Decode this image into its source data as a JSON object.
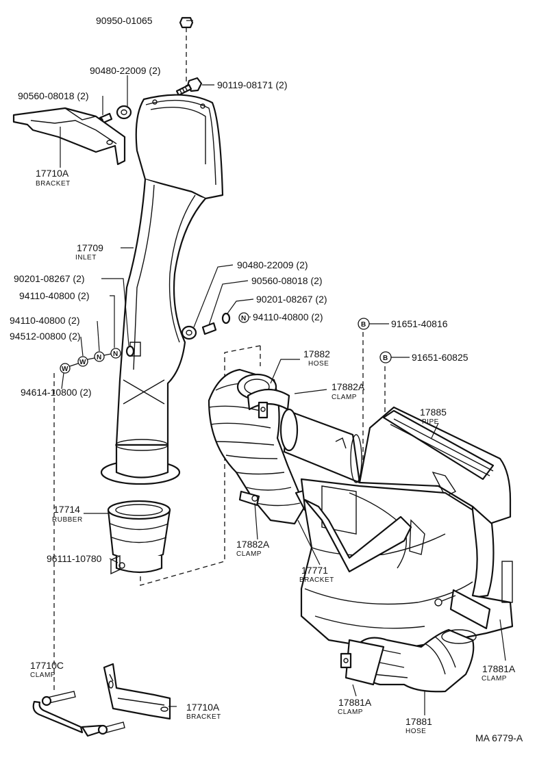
{
  "labels": {
    "p_90950_01065": "90950-01065",
    "p_90480_22009_top": "90480-22009 (2)",
    "p_90119_08171": "90119-08171 (2)",
    "p_90560_08018_top": "90560-08018 (2)",
    "p_17710A_top": "17710A",
    "s_bracket_1": "BRACKET",
    "p_17709": "17709",
    "s_inlet": "INLET",
    "p_90480_22009_mid": "90480-22009 (2)",
    "p_90560_08018_mid": "90560-08018 (2)",
    "p_90201_08267_right": "90201-08267 (2)",
    "p_94110_40800_right": "94110-40800 (2)",
    "p_90201_08267_left": "90201-08267 (2)",
    "p_94110_40800_left1": "94110-40800 (2)",
    "p_94110_40800_left2": "94110-40800 (2)",
    "p_94512_00800": "94512-00800 (2)",
    "p_94614_10800": "94614-10800 (2)",
    "p_91651_40816": "91651-40816",
    "p_91651_60825": "91651-60825",
    "p_17882": "17882",
    "s_hose_1": "HOSE",
    "p_17882A_top": "17882A",
    "s_clamp_1": "CLAMP",
    "p_17885": "17885",
    "s_pipe": "PIPE",
    "p_17714": "17714",
    "s_rubber": "RUBBER",
    "p_96111_10780": "96111-10780",
    "p_17882A_bot": "17882A",
    "s_clamp_2": "CLAMP",
    "p_17771": "17771",
    "s_bracket_2": "BRACKET",
    "p_17881A_right": "17881A",
    "s_clamp_3": "CLAMP",
    "p_17710C": "17710C",
    "s_clamp_4": "CLAMP",
    "p_17710A_bot": "17710A",
    "s_bracket_3": "BRACKET",
    "p_17881A_bot": "17881A",
    "s_clamp_5": "CLAMP",
    "p_17881": "17881",
    "s_hose_2": "HOSE",
    "diagram_code": "MA 6779-A"
  },
  "symbols": {
    "n": "N",
    "w": "W",
    "b": "B"
  }
}
